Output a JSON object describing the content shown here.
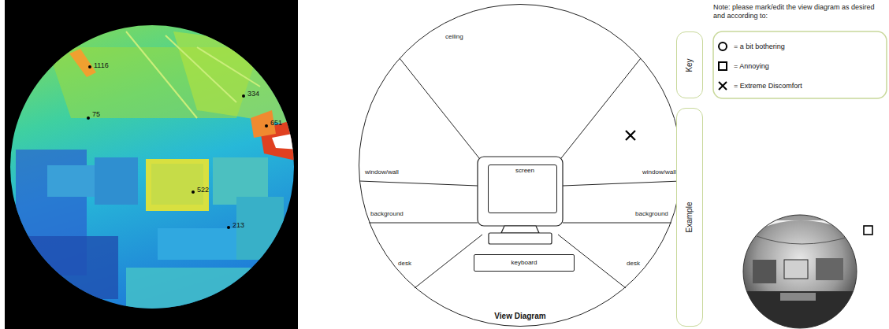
{
  "diagram": {
    "nodes": [
      {
        "text": [
          "View Diagram"
        ]
      },
      {
        "text": [
          "screen"
        ],
        "in": 0
      },
      {
        "text": [
          "keyboard"
        ],
        "in": 0
      },
      {
        "text": [
          "Key"
        ]
      },
      {
        "text": [
          "Example"
        ]
      }
    ],
    "labels": [
      "1116",
      "75",
      "334",
      "651",
      "522",
      "213",
      "ceiling",
      "window/wall",
      "window/wall",
      "background",
      "background",
      "desk",
      "desk",
      "Note: please mark/edit the view diagram as desired and according to:"
    ],
    "legend": [
      {
        "text": "= a bit bothering"
      },
      {
        "text": "= Annoying"
      },
      {
        "text": "= Extreme Discomfort"
      }
    ]
  }
}
